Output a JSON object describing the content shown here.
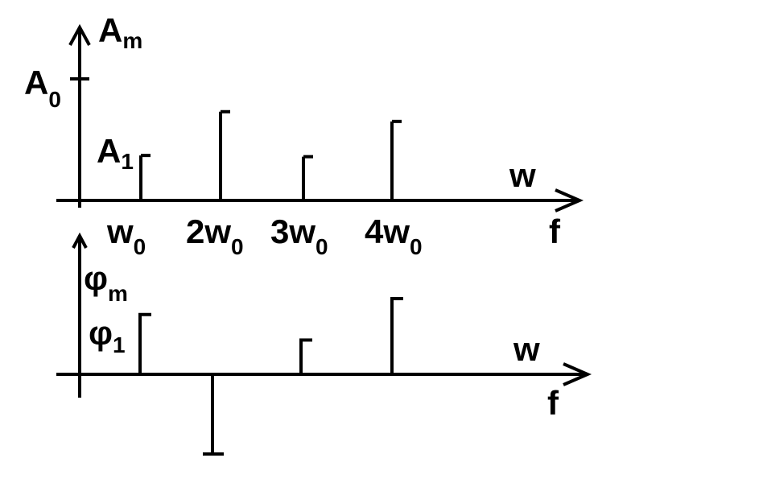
{
  "amplitude_spectrum": {
    "y_axis_label": "A",
    "y_axis_sub": "m",
    "dc_label": "A",
    "dc_sub": "0",
    "first_label": "A",
    "first_sub": "1",
    "axis_label_w": "w",
    "axis_label_f": "f",
    "tick_labels": [
      {
        "main": "w",
        "sub": "0"
      },
      {
        "main": "2w",
        "sub": "0"
      },
      {
        "main": "3w",
        "sub": "0"
      },
      {
        "main": "4w",
        "sub": "0"
      }
    ]
  },
  "phase_spectrum": {
    "y_axis_label": "φ",
    "y_axis_sub": "m",
    "first_label": "φ",
    "first_sub": "1",
    "axis_label_w": "w",
    "axis_label_f": "f"
  },
  "chart_data": [
    {
      "type": "bar",
      "subtype": "stem",
      "categories": [
        "0",
        "w0",
        "2w0",
        "3w0",
        "4w0"
      ],
      "values": [
        1.0,
        0.37,
        0.73,
        0.36,
        0.65
      ]
    },
    {
      "type": "bar",
      "subtype": "stem",
      "categories": [
        "w0",
        "2w0",
        "3w0",
        "4w0"
      ],
      "values": [
        0.75,
        -1.0,
        0.43,
        0.95
      ]
    }
  ]
}
